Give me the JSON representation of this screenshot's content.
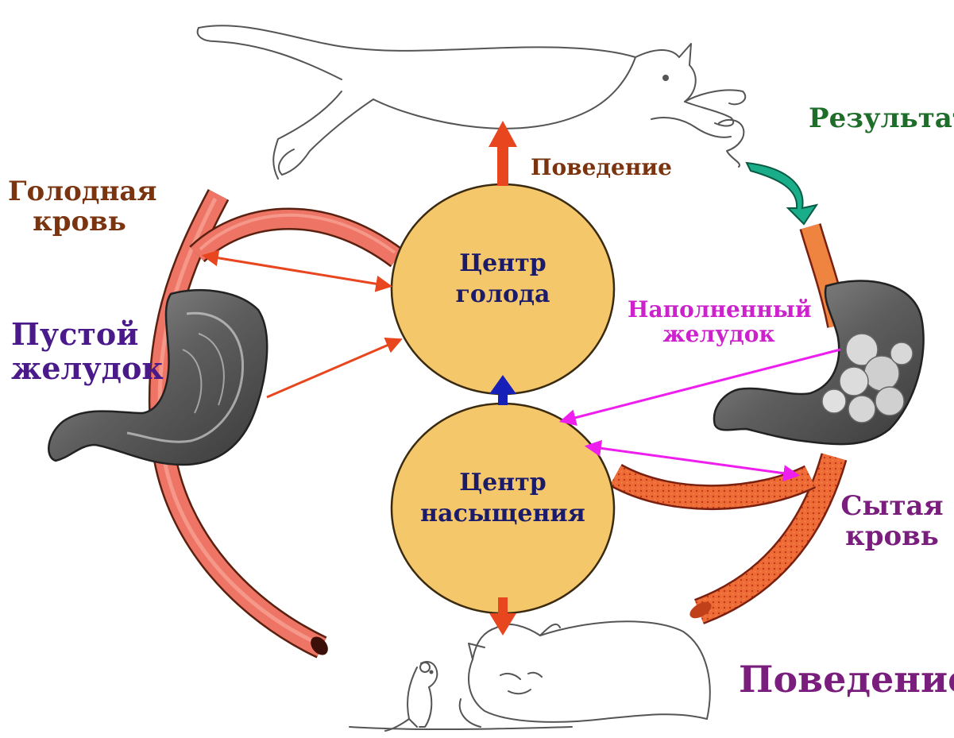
{
  "colors": {
    "center_fill": "#F5C76B",
    "center_stroke": "#3a2a10",
    "center_text": "#1b1b6b",
    "vessel_red": "#EE7565",
    "vessel_orange": "#EE6B35",
    "arrow_red": "#E8461E",
    "arrow_blue": "#1620B8",
    "arrow_magenta": "#EE1EEE",
    "result_green": "#1AAD8A",
    "label_brown": "#7A3410",
    "label_purple": "#4A1A8A",
    "label_violet": "#7A1E7E",
    "label_magenta": "#CC22CC",
    "label_green": "#1E6E2A"
  },
  "centers": {
    "hunger": {
      "line1": "Центр",
      "line2": "голода"
    },
    "satiety": {
      "line1": "Центр",
      "line2": "насыщения"
    }
  },
  "labels": {
    "hungry_blood": {
      "line1": "Голодная",
      "line2": "кровь"
    },
    "empty_stomach": {
      "line1": "Пустой",
      "line2": "желудок"
    },
    "behavior_top": "Поведение",
    "result": "Результат",
    "full_stomach": {
      "line1": "Наполненный",
      "line2": "желудок"
    },
    "sated_blood": {
      "line1": "Сытая",
      "line2": "кровь"
    },
    "behavior_bottom": "Поведение"
  },
  "illustrations": {
    "top": "leaping-cat-catching-mouse",
    "bottom": "sleeping-cat-and-mouse",
    "left_organ": "empty-stomach",
    "right_organ": "full-stomach"
  }
}
